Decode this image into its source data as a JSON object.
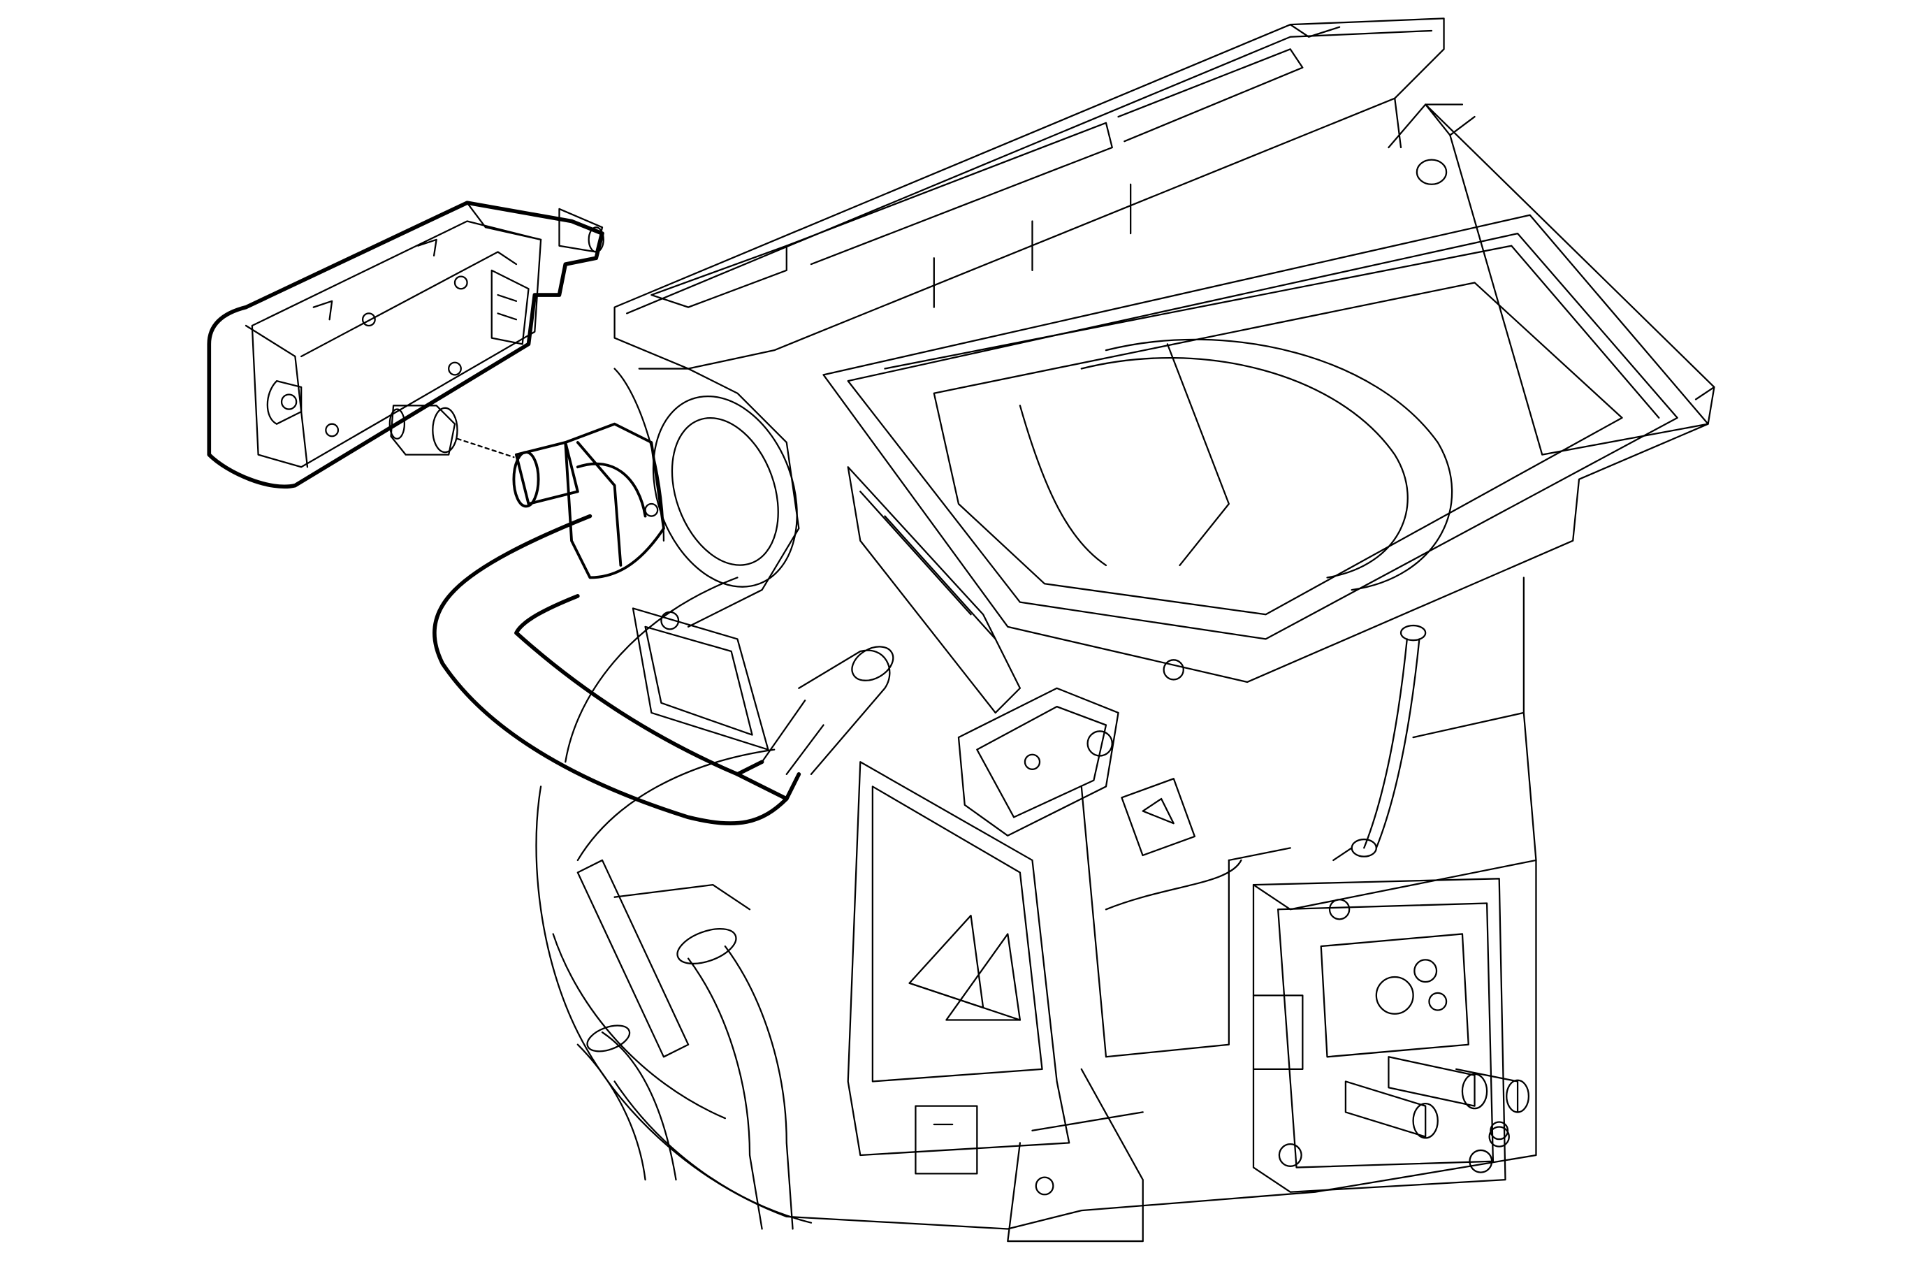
{
  "diagram": {
    "subject": "hvac-module-air-temperature-actuator-exploded-view",
    "colors": {
      "background": "#ffffff",
      "linework": "#000000"
    },
    "parts": [
      {
        "id": "actuator",
        "icon": "actuator-motor-icon",
        "emphasis": "bold-outline"
      },
      {
        "id": "actuator-shaft-coupler",
        "icon": "coupler-icon",
        "emphasis": "thin-outline"
      },
      {
        "id": "wiring-harness-loop",
        "icon": "wire-harness-icon",
        "emphasis": "bold-outline"
      },
      {
        "id": "hvac-case",
        "icon": "hvac-case-icon",
        "emphasis": "thin-outline"
      },
      {
        "id": "blower-housing",
        "icon": "blower-icon",
        "emphasis": "thin-outline"
      },
      {
        "id": "mode-door-actuator",
        "icon": "mode-actuator-icon",
        "emphasis": "thin-outline"
      },
      {
        "id": "heater-pipes",
        "icon": "pipe-icon",
        "emphasis": "thin-outline"
      },
      {
        "id": "evaporator-block-fitting",
        "icon": "fitting-icon",
        "emphasis": "thin-outline"
      },
      {
        "id": "drain-hose",
        "icon": "hose-icon",
        "emphasis": "thin-outline"
      }
    ]
  }
}
